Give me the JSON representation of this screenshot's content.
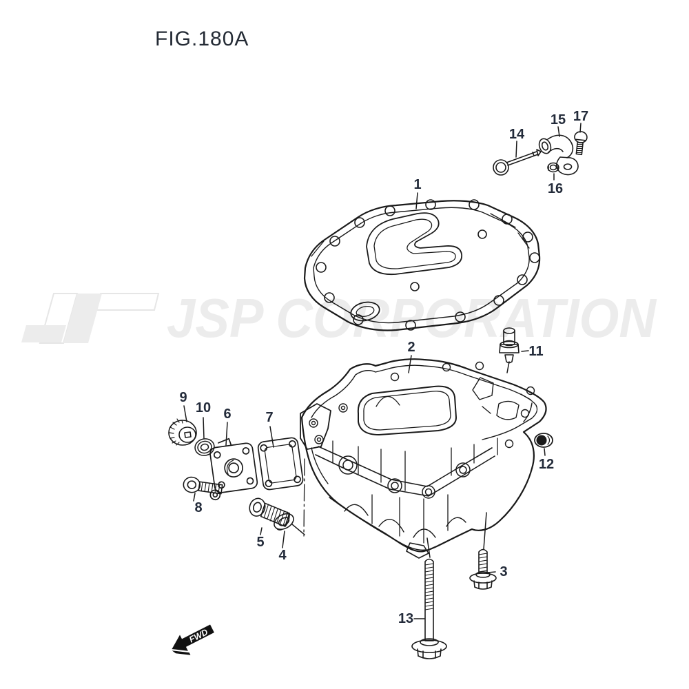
{
  "figure": {
    "title": "FIG.180A",
    "fwd_label": "FWD"
  },
  "watermark": {
    "text": "JSP CORPORATION",
    "color": "#ececec"
  },
  "colors": {
    "line": "#1a1a1a",
    "label": "#232b3a",
    "background": "#ffffff"
  },
  "diagram": {
    "type": "exploded-parts-diagram",
    "callouts": [
      {
        "number": "1",
        "part": "large-gasket"
      },
      {
        "number": "2",
        "part": "oil-pan-body"
      },
      {
        "number": "3",
        "part": "short-flange-bolt"
      },
      {
        "number": "4",
        "part": "sealing-washer"
      },
      {
        "number": "5",
        "part": "drain-plug-bolt"
      },
      {
        "number": "6",
        "part": "cover-plate"
      },
      {
        "number": "7",
        "part": "cover-gasket"
      },
      {
        "number": "8",
        "part": "small-bolt"
      },
      {
        "number": "9",
        "part": "knurled-cap"
      },
      {
        "number": "10",
        "part": "seal-ring"
      },
      {
        "number": "11",
        "part": "sensor-plug"
      },
      {
        "number": "12",
        "part": "blind-plug"
      },
      {
        "number": "13",
        "part": "long-flange-bolt"
      },
      {
        "number": "14",
        "part": "dipstick"
      },
      {
        "number": "15",
        "part": "elbow-fitting"
      },
      {
        "number": "16",
        "part": "nut"
      },
      {
        "number": "17",
        "part": "button-head-bolt"
      }
    ]
  }
}
